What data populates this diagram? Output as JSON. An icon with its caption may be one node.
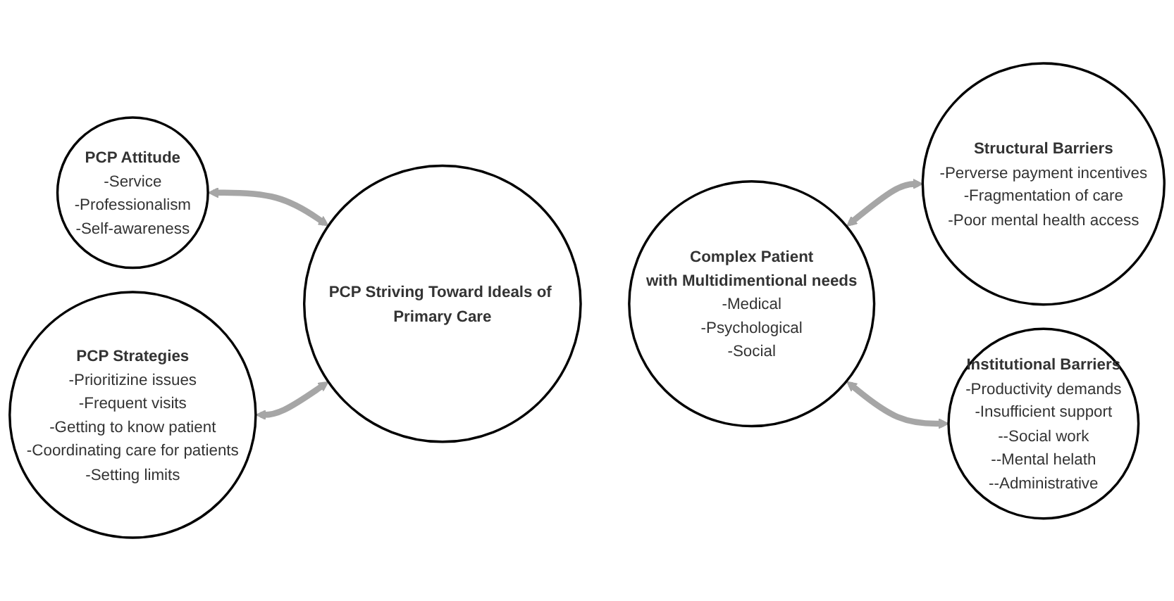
{
  "diagram": {
    "nodes": [
      {
        "text": [
          "PCP Attitude",
          "-Service",
          "-Professionalism",
          "-Self-awareness"
        ]
      },
      {
        "text": [
          "PCP Strategies",
          "-Prioritizine issues",
          "-Frequent visits",
          "-Getting to know patient",
          "-Coordinating care for patients",
          "-Setting limits"
        ]
      },
      {
        "text": [
          "PCP Striving Toward Ideals of Primary Care"
        ]
      },
      {
        "text": [
          "Complex Patient",
          "with Multidimentional needs",
          "-Medical",
          "-Psychological",
          "-Social"
        ]
      },
      {
        "text": [
          "Structural Barriers",
          "-Perverse payment incentives",
          "-Fragmentation of care",
          "-Poor mental health access"
        ]
      },
      {
        "text": [
          "Institutional Barriers",
          "-Productivity demands",
          "-Insufficient support",
          "--Social work",
          "--Mental helath",
          "--Administrative"
        ]
      }
    ],
    "edges": [
      {
        "from": 0,
        "to": 2,
        "arrow": "both"
      },
      {
        "from": 1,
        "to": 2,
        "arrow": "both"
      },
      {
        "from": 3,
        "to": 4,
        "arrow": "both"
      },
      {
        "from": 3,
        "to": 5,
        "arrow": "both"
      }
    ]
  }
}
